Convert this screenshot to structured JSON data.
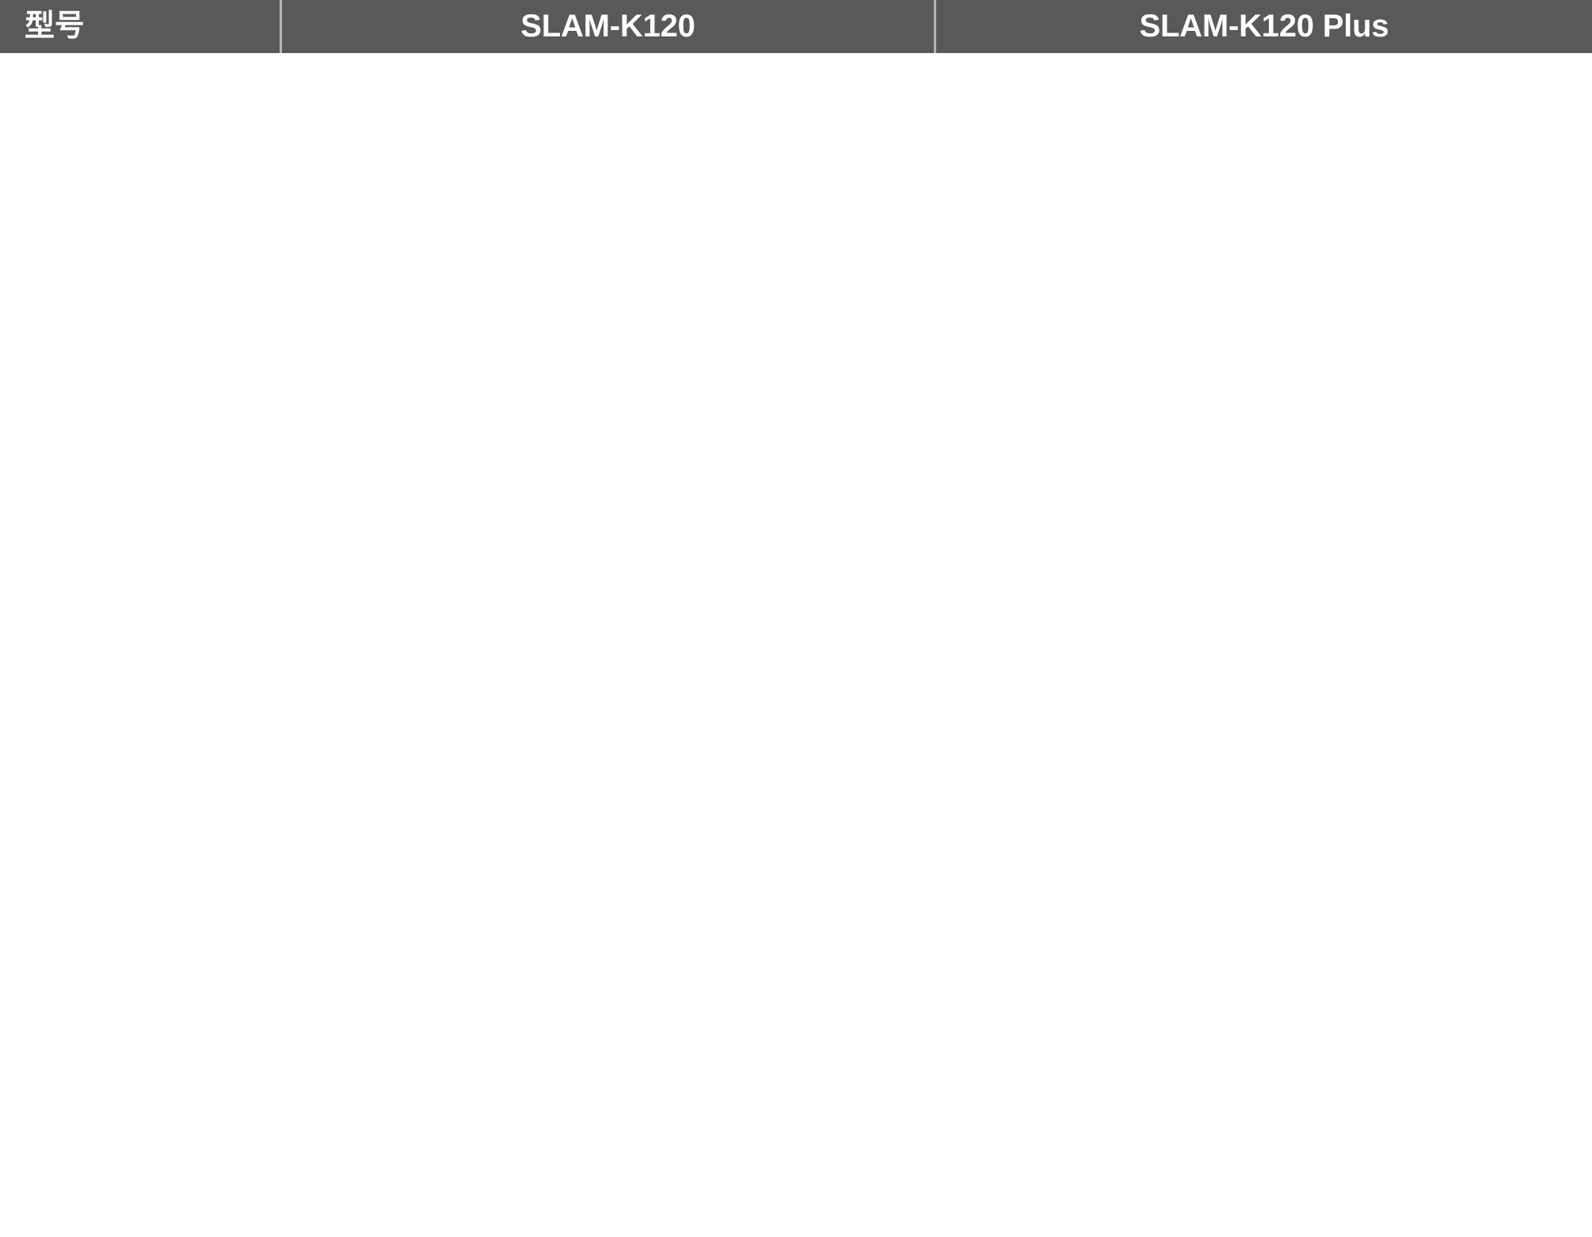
{
  "table": {
    "header": {
      "columns": [
        {
          "label": "型号",
          "align": "left"
        },
        {
          "label": "SLAM-K120",
          "align": "center"
        },
        {
          "label": "SLAM-K120 Plus",
          "align": "center"
        }
      ]
    },
    "rows": [],
    "colors": {
      "header_background": "#5a585a",
      "header_text": "#ffffff",
      "divider": "#b6b4b6",
      "body_background": "#ffffff"
    }
  }
}
